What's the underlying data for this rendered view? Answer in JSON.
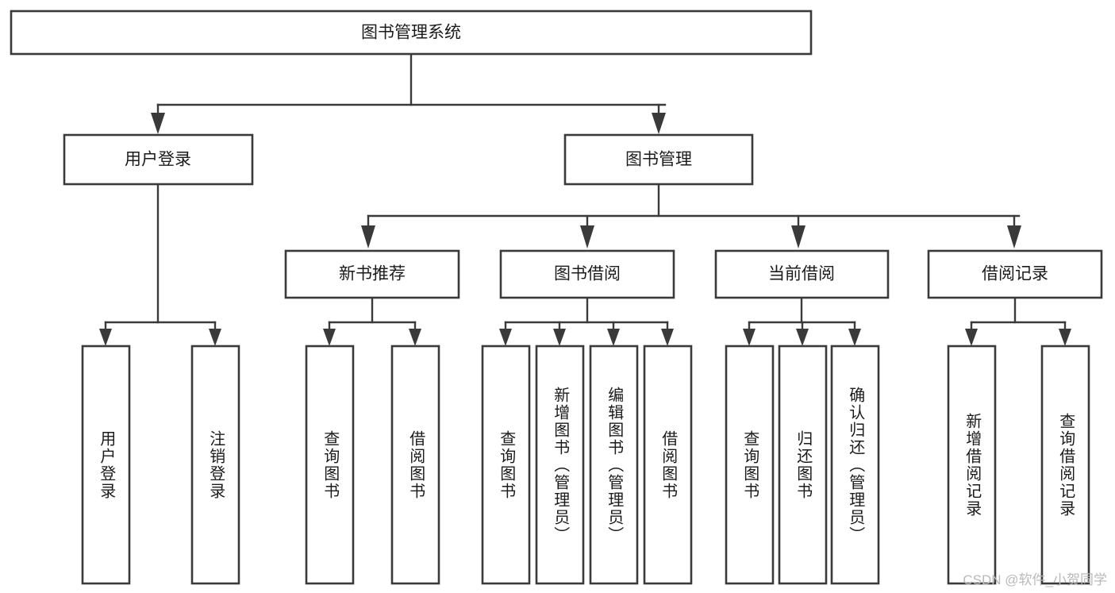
{
  "diagram": {
    "kind": "functional-structure-tree",
    "title": "图书管理系统",
    "watermark": "CSDN @软件_小贺同学",
    "colors": {
      "background": "#ffffff",
      "box_fill": "#ffffff",
      "box_stroke": "#3a3a3a",
      "connector": "#3a3a3a",
      "text": "#1b1b1b",
      "watermark": "#b9b9b9"
    },
    "nodes": {
      "root": "图书管理系统",
      "level2": [
        "用户登录",
        "图书管理"
      ],
      "level3": [
        "新书推荐",
        "图书借阅",
        "当前借阅",
        "借阅记录"
      ],
      "leaves": {
        "user_login": [
          "用户登录",
          "注销登录"
        ],
        "new_book": [
          "查询图书",
          "借阅图书"
        ],
        "book_borrow": [
          "查询图书",
          "新增图书（管理员）",
          "编辑图书（管理员）",
          "借阅图书"
        ],
        "current_borrow": [
          "查询图书",
          "归还图书",
          "确认归还（管理员）"
        ],
        "borrow_record": [
          "新增借阅记录",
          "查询借阅记录"
        ]
      }
    },
    "edges": [
      {
        "from": "图书管理系统",
        "to": "用户登录"
      },
      {
        "from": "图书管理系统",
        "to": "图书管理"
      },
      {
        "from": "图书管理",
        "to": "新书推荐"
      },
      {
        "from": "图书管理",
        "to": "图书借阅"
      },
      {
        "from": "图书管理",
        "to": "当前借阅"
      },
      {
        "from": "图书管理",
        "to": "借阅记录"
      },
      {
        "from": "用户登录",
        "to": "用户登录"
      },
      {
        "from": "用户登录",
        "to": "注销登录"
      },
      {
        "from": "新书推荐",
        "to": "查询图书"
      },
      {
        "from": "新书推荐",
        "to": "借阅图书"
      },
      {
        "from": "图书借阅",
        "to": "查询图书"
      },
      {
        "from": "图书借阅",
        "to": "新增图书（管理员）"
      },
      {
        "from": "图书借阅",
        "to": "编辑图书（管理员）"
      },
      {
        "from": "图书借阅",
        "to": "借阅图书"
      },
      {
        "from": "当前借阅",
        "to": "查询图书"
      },
      {
        "from": "当前借阅",
        "to": "归还图书"
      },
      {
        "from": "当前借阅",
        "to": "确认归还（管理员）"
      },
      {
        "from": "借阅记录",
        "to": "新增借阅记录"
      },
      {
        "from": "借阅记录",
        "to": "查询借阅记录"
      }
    ],
    "labels": {
      "root_title": "图书管理系统",
      "n_user_login": "用户登录",
      "n_book_manage": "图书管理",
      "n_new_book": "新书推荐",
      "n_book_borrow": "图书借阅",
      "n_current_borrow": "当前借阅",
      "n_borrow_record": "借阅记录",
      "l_user_login": "用户登录",
      "l_user_logout": "注销登录",
      "l_nb_query": "查询图书",
      "l_nb_borrow": "借阅图书",
      "l_bb_query": "查询图书",
      "l_bb_add": "新增图书（管理员）",
      "l_bb_edit": "编辑图书（管理员）",
      "l_bb_borrow": "借阅图书",
      "l_cb_query": "查询图书",
      "l_cb_return": "归还图书",
      "l_cb_confirm": "确认归还（管理员）",
      "l_br_add": "新增借阅记录",
      "l_br_query": "查询借阅记录"
    }
  }
}
